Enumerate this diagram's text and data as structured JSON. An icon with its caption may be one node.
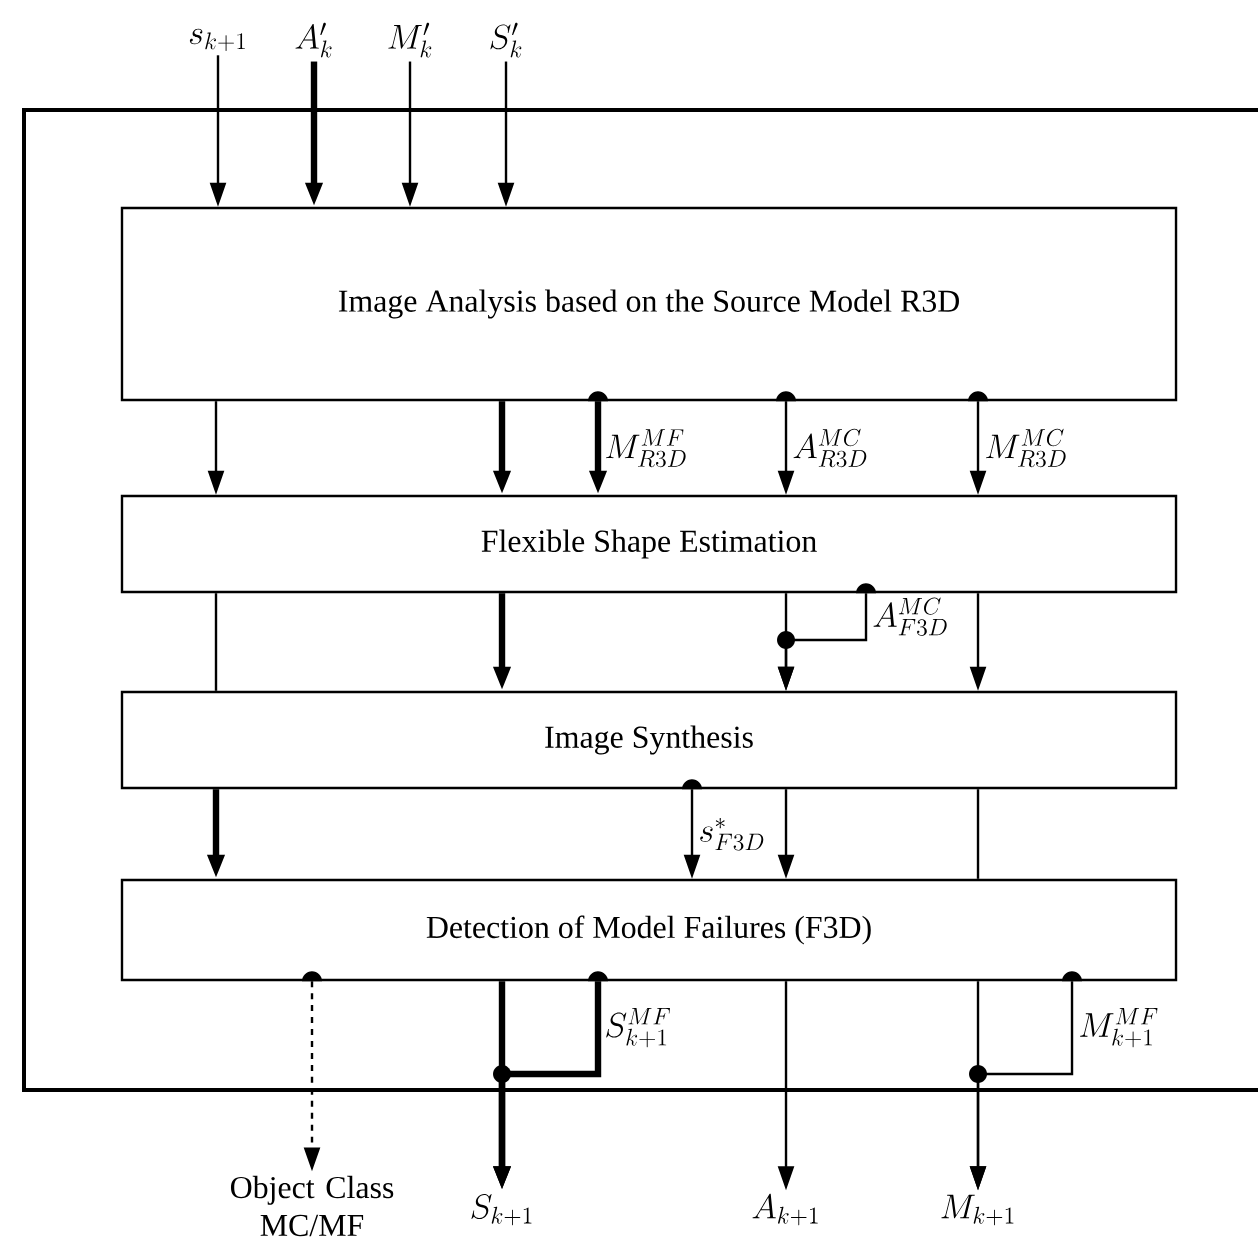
{
  "diagram": {
    "nodes": [
      {
        "text": [
          "s_{k+1}"
        ]
      },
      {
        "text": [
          "A'_k"
        ]
      },
      {
        "text": [
          "M'_k"
        ]
      },
      {
        "text": [
          "S'_k"
        ]
      },
      {
        "text": [
          "Image Analysis based on the Source Model R3D"
        ]
      },
      {
        "text": [
          "Flexible Shape Estimation"
        ]
      },
      {
        "text": [
          "Image Synthesis"
        ]
      },
      {
        "text": [
          "Detection of Model Failures (F3D)"
        ]
      },
      {
        "text": [
          "Object Class MC/MF"
        ]
      },
      {
        "text": [
          "S_{k+1}"
        ]
      },
      {
        "text": [
          "A_{k+1}"
        ]
      },
      {
        "text": [
          "M_{k+1}"
        ]
      }
    ],
    "edges": [
      {
        "from": 0,
        "to": 4,
        "arrow": "to"
      },
      {
        "from": 1,
        "to": 4,
        "arrow": "to",
        "style": "thick"
      },
      {
        "from": 2,
        "to": 4,
        "arrow": "to"
      },
      {
        "from": 3,
        "to": 4,
        "arrow": "to"
      },
      {
        "from": 4,
        "to": 5,
        "arrow": "to"
      },
      {
        "from": 4,
        "to": 5,
        "arrow": "to",
        "style": "thick"
      },
      {
        "from": 4,
        "to": 5,
        "arrow": "to",
        "style": "thick",
        "label": "M^{MF}_{R3D}"
      },
      {
        "from": 4,
        "to": 5,
        "arrow": "to",
        "label": "A^{MC}_{R3D}"
      },
      {
        "from": 4,
        "to": 5,
        "arrow": "to",
        "label": "M^{MC}_{R3D}"
      },
      {
        "from": 5,
        "to": 6,
        "arrow": "none"
      },
      {
        "from": 5,
        "to": 6,
        "arrow": "to",
        "style": "thick"
      },
      {
        "from": 5,
        "to": 6,
        "arrow": "to"
      },
      {
        "from": 5,
        "to": 6,
        "arrow": "to",
        "label": "A^{MC}_{F3D}"
      },
      {
        "from": 5,
        "to": 6,
        "arrow": "to"
      },
      {
        "from": 6,
        "to": 7,
        "arrow": "to",
        "style": "thick"
      },
      {
        "from": 6,
        "to": 7,
        "arrow": "to",
        "label": "s^{*}_{F3D}"
      },
      {
        "from": 6,
        "to": 7,
        "arrow": "to"
      },
      {
        "from": 6,
        "to": 7,
        "arrow": "none"
      },
      {
        "from": 7,
        "to": 8,
        "arrow": "to",
        "style": "dashed"
      },
      {
        "from": 7,
        "to": 9,
        "arrow": "to",
        "style": "thick"
      },
      {
        "from": 7,
        "to": 9,
        "arrow": "to",
        "style": "thick",
        "label": "S^{MF}_{k+1}"
      },
      {
        "from": 7,
        "to": 10,
        "arrow": "to"
      },
      {
        "from": 7,
        "to": 11,
        "arrow": "to"
      },
      {
        "from": 7,
        "to": 11,
        "arrow": "to",
        "label": "M^{MF}_{k+1}"
      }
    ]
  }
}
